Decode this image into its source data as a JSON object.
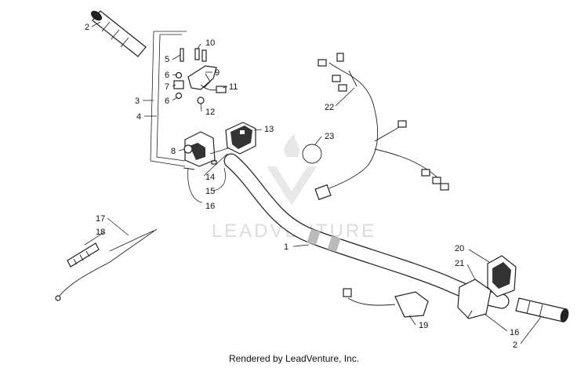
{
  "watermark": "LEADVENTURE",
  "footer": "Rendered by LeadVenture, Inc.",
  "callouts": [
    "2",
    "10",
    "5",
    "9",
    "6",
    "7",
    "11",
    "3",
    "6",
    "12",
    "4",
    "13",
    "8",
    "14",
    "15",
    "16",
    "22",
    "23",
    "17",
    "18",
    "1",
    "20",
    "21",
    "16",
    "19",
    "2"
  ]
}
